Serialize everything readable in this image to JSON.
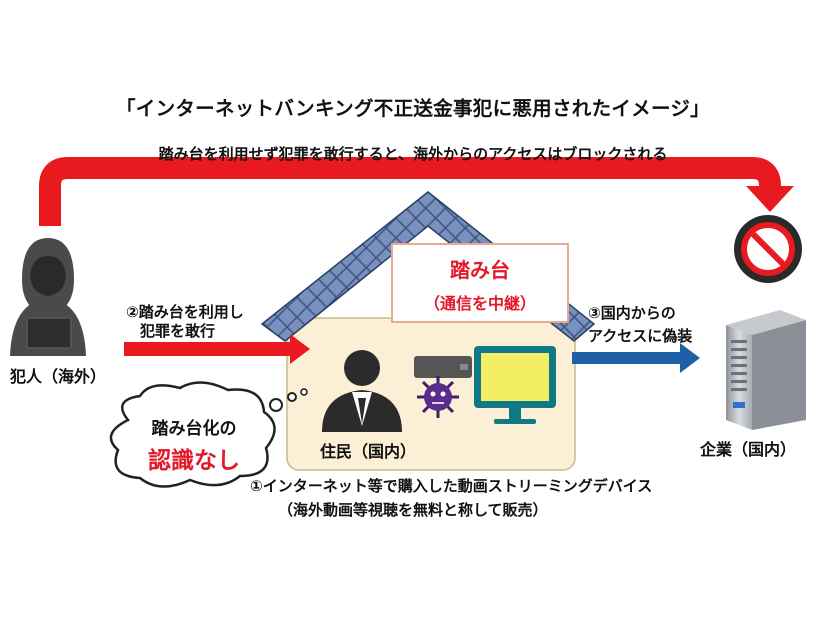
{
  "title": "「インターネットバンキング不正送金事犯に悪用されたイメージ」",
  "top_note": "踏み台を利用せず犯罪を敢行すると、海外からのアクセスはブロックされる",
  "criminal": {
    "label": "犯人（海外）"
  },
  "step2": {
    "line1": "②踏み台を利用し",
    "line2": "犯罪を敢行"
  },
  "relay": {
    "title": "踏み台",
    "subtitle": "（通信を中継）"
  },
  "resident": {
    "label": "住民（国内）"
  },
  "step3": {
    "line1": "③国内からの",
    "line2": "アクセスに偽装"
  },
  "company": {
    "label": "企業（国内）"
  },
  "bubble": {
    "line1": "踏み台化の",
    "line2": "認識なし"
  },
  "step1": {
    "line1": "①インターネット等で購入した動画ストリーミングデバイス",
    "line2": "（海外動画等視聴を無料と称して販売）"
  },
  "colors": {
    "red_arrow": "#e8191f",
    "blue_arrow": "#1f5fa8",
    "alert_red": "#e3182a",
    "house_fill": "#fbf0d5",
    "roof": "#4a5f8c",
    "monitor_frame": "#0f7a86",
    "monitor_screen": "#f3ee63"
  },
  "icons": [
    "hooded-criminal-icon",
    "resident-person-icon",
    "virus-icon",
    "streaming-device-icon",
    "monitor-icon",
    "server-icon",
    "prohibited-icon",
    "thought-bubble-icon"
  ]
}
